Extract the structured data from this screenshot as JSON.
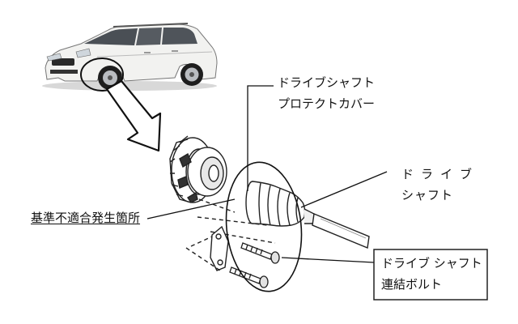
{
  "labels": {
    "protect_cover_line1": "ドライブシャフト",
    "protect_cover_line2": "プロテクトカバー",
    "drive_shaft_line1": "ドライブ",
    "drive_shaft_line2": "シャフト",
    "defect_location": "基準不適合発生箇所",
    "bolt_line1": "ドライブ シャフト",
    "bolt_line2": "連結ボルト"
  },
  "colors": {
    "car_body": "#f2f2f0",
    "line": "#222222",
    "background": "#ffffff"
  }
}
